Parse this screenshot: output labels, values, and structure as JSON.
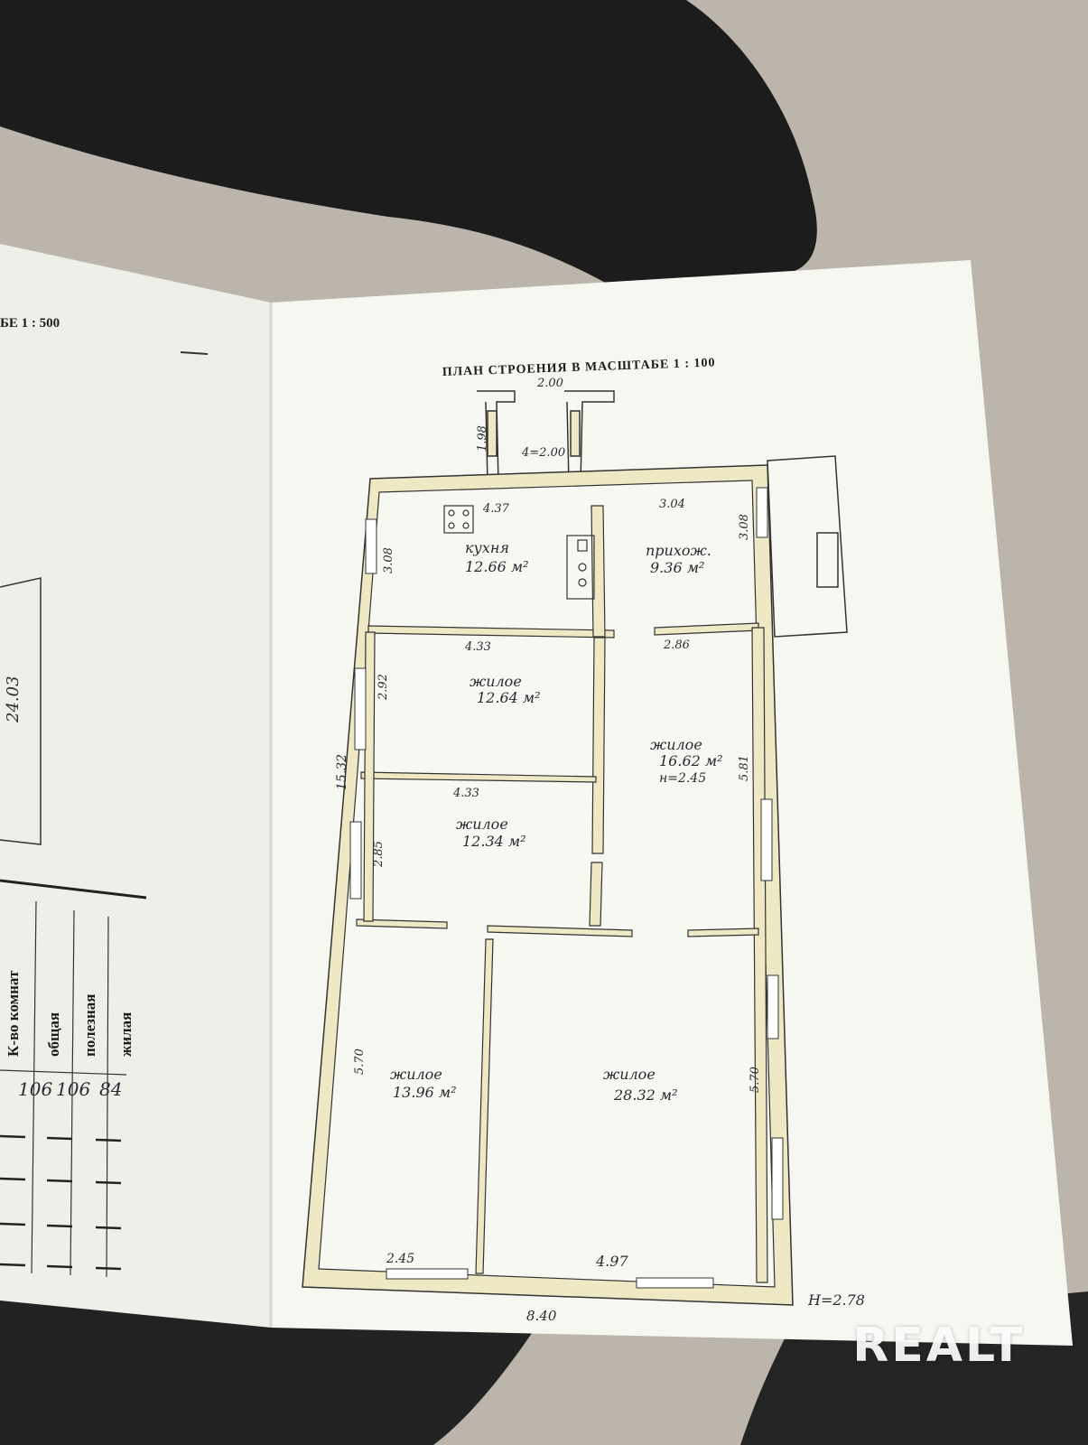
{
  "left_page": {
    "scale_title": "БЕ 1 : 500",
    "side_dimension": "24.03",
    "table_headers": [
      "К-во комнат",
      "общая",
      "полезная",
      "жилая"
    ],
    "table_values": [
      "106",
      "106",
      "84"
    ]
  },
  "plan": {
    "title": "ПЛАН СТРОЕНИЯ В МАСШТАБЕ 1 : 100",
    "porch": {
      "top_width": "2.00",
      "side": "1.98",
      "area": "4=2.00"
    },
    "rooms": {
      "kitchen": {
        "name": "кухня",
        "area": "12.66 м²",
        "width": "4.37",
        "height": "3.08"
      },
      "hall": {
        "name": "прихож.",
        "area": "9.36 м²",
        "width": "3.04",
        "height": "3.08"
      },
      "living1": {
        "name": "жилое",
        "area": "12.64 м²",
        "width": "4.33",
        "height": "2.92"
      },
      "living2": {
        "name": "жилое",
        "area": "16.62 м²",
        "extra": "н=2.45",
        "width": "2.86",
        "height": "5.81"
      },
      "living3": {
        "name": "жилое",
        "area": "12.34 м²",
        "width": "4.33",
        "height": "2.85"
      },
      "living4": {
        "name": "жилое",
        "area": "13.96 м²",
        "width": "2.45",
        "height": "5.70"
      },
      "living5": {
        "name": "жилое",
        "area": "28.32 м²",
        "width": "4.97",
        "height": "5.70"
      }
    },
    "overall_height": "15.32",
    "overall_width": "8.40",
    "ceiling_height": "Н=2.78"
  },
  "watermark": "REALT",
  "colors": {
    "paper": "#f7f7f2",
    "wall_fill": "#efe8c4",
    "carpet_dark": "#1c1b1b",
    "carpet_light": "#b9b3aa"
  }
}
